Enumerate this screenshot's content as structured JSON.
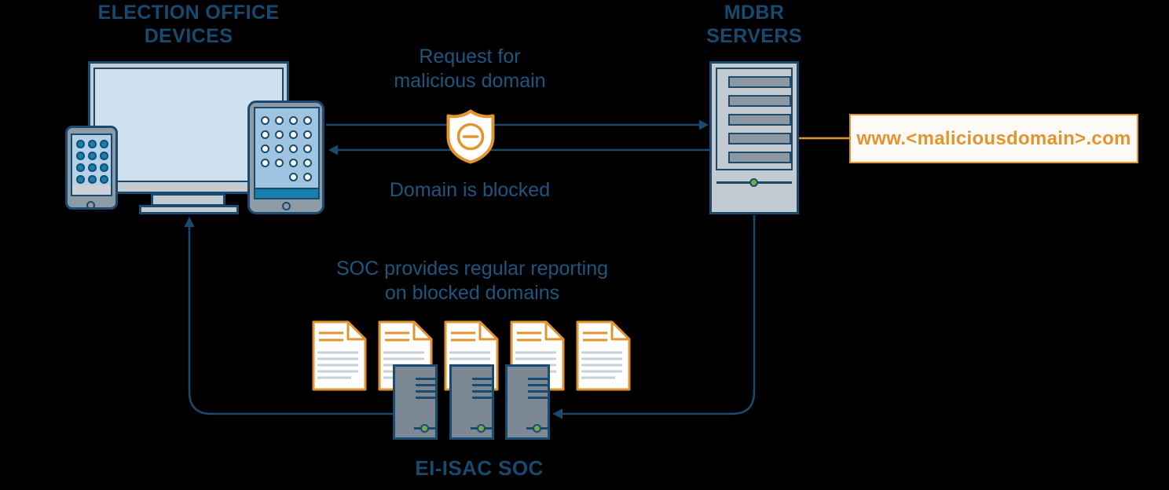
{
  "canvas": {
    "background": "#000000"
  },
  "palette": {
    "navy_outline": "#1a4a6d",
    "title_text": "#174a6e",
    "flow_text": "#1e567e",
    "orange": "#e2952e",
    "teal": "#1580ad",
    "green_led": "#74aa46",
    "light_gray": "#c3cbd1",
    "device_gray": "#8d9ba6",
    "soc_gray": "#7c8893",
    "monitor_screen_blue": "#cfe0ee",
    "tablet_screen_blue": "#9fc4e1",
    "phone_screen_blue": "#b3d1e8",
    "doc_line_gray": "#c8cfd5",
    "box_background": "#fbfaf7"
  },
  "election_office": {
    "title_line1": "ELECTION OFFICE",
    "title_line2": "DEVICES",
    "icons": [
      "desktop-monitor-icon",
      "smartphone-icon",
      "tablet-icon"
    ]
  },
  "mdbr": {
    "title_line1": "MDBR",
    "title_line2": "SERVERS",
    "icon": "server-tower-icon"
  },
  "flows": {
    "request_line1": "Request for",
    "request_line2": "malicious domain",
    "blocked": "Domain is blocked",
    "reporting_line1": "SOC provides regular reporting",
    "reporting_line2": "on blocked domains"
  },
  "malicious_domain_box": {
    "label": "www.<maliciousdomain>.com"
  },
  "soc": {
    "title": "EI-ISAC SOC",
    "document_count": 5,
    "server_count": 3,
    "icons": [
      "report-document-icon",
      "server-tower-icon"
    ]
  },
  "shield": {
    "icon": "blocked-shield-icon"
  }
}
